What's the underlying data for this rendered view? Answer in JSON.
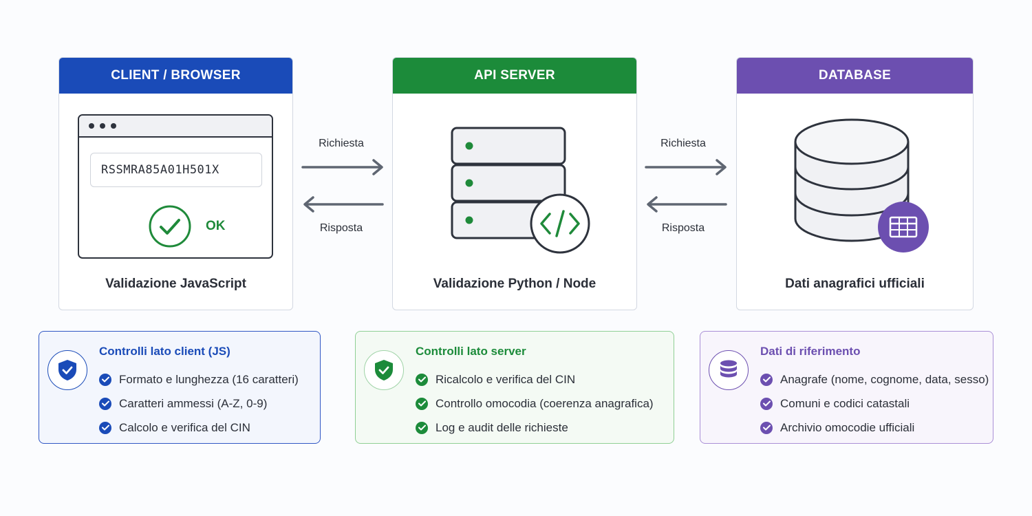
{
  "colors": {
    "client": "#1a4bb8",
    "server": "#1c8b3a",
    "database": "#6c4fb0",
    "arrow": "#5f6672"
  },
  "client": {
    "header": "CLIENT / BROWSER",
    "input_value": "RSSMRA85A01H501X",
    "status": "OK",
    "caption": "Validazione JavaScript"
  },
  "server": {
    "header": "API SERVER",
    "caption": "Validazione Python / Node"
  },
  "database": {
    "header": "DATABASE",
    "caption": "Dati anagrafici ufficiali"
  },
  "arrows": {
    "left": {
      "request": "Richiesta",
      "response": "Risposta"
    },
    "right": {
      "request": "Richiesta",
      "response": "Risposta"
    }
  },
  "info": {
    "client": {
      "icon": "shield-check-icon",
      "title": "Controlli lato client (JS)",
      "items": [
        "Formato e lunghezza (16 caratteri)",
        "Caratteri ammessi (A-Z, 0-9)",
        "Calcolo e verifica del CIN"
      ]
    },
    "server": {
      "icon": "shield-check-icon",
      "title": "Controlli lato server",
      "items": [
        "Ricalcolo e verifica del CIN",
        "Controllo omocodia (coerenza anagrafica)",
        "Log e audit delle richieste"
      ]
    },
    "database": {
      "icon": "database-icon",
      "title": "Dati di riferimento",
      "items": [
        "Anagrafe (nome, cognome, data, sesso)",
        "Comuni e codici catastali",
        "Archivio omocodie ufficiali"
      ]
    }
  }
}
